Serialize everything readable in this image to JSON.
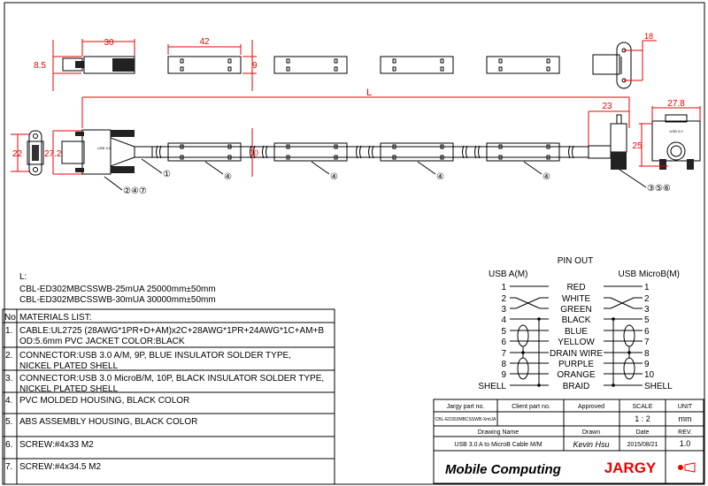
{
  "dimensions": {
    "plug_width": "30",
    "plug_height": "8.5",
    "mold_length": "42",
    "mold_height": "9",
    "micro_height": "18",
    "length": "L",
    "micro_side": "23",
    "micro_width": "27.8",
    "micro_face_height": "25",
    "face_a": "22",
    "plug_a_height": "27.2",
    "cable_od": "10"
  },
  "balloons": {
    "cable": "①",
    "mold": "④",
    "plug_a": "②④⑦",
    "plug_b": "③⑤⑥"
  },
  "length_info": {
    "label": "L:",
    "lines": [
      "CBL-ED302MBCSSWB-25mUA  25000mm±50mm",
      "CBL-ED302MBCSSWB-30mUA  30000mm±50mm"
    ]
  },
  "materials": {
    "no_header": "No",
    "header": "MATERIALS LIST:",
    "items": [
      {
        "no": "1.",
        "l1": "CABLE:UL2725 (28AWG*1PR+D+AM)x2C+28AWG*1PR+24AWG*1C+AM+B",
        "l2": "OD:5.6mm  PVC JACKET COLOR:BLACK"
      },
      {
        "no": "2.",
        "l1": "CONNECTOR:USB 3.0 A/M, 9P, BLUE INSULATOR SOLDER TYPE,",
        "l2": "NICKEL PLATED SHELL"
      },
      {
        "no": "3.",
        "l1": "CONNECTOR:USB 3.0 MicroB/M, 10P, BLACK INSULATOR SOLDER TYPE,",
        "l2": "NICKEL PLATED SHELL"
      },
      {
        "no": "4.",
        "l1": "PVC MOLDED HOUSING, BLACK COLOR",
        "l2": ""
      },
      {
        "no": "5.",
        "l1": "ABS ASSEMBLY HOUSING, BLACK COLOR",
        "l2": ""
      },
      {
        "no": "6.",
        "l1": "SCREW:#4x33 M2",
        "l2": ""
      },
      {
        "no": "7.",
        "l1": "SCREW:#4x34.5 M2",
        "l2": ""
      }
    ]
  },
  "pinout": {
    "title": "PIN OUT",
    "left_title": "USB A(M)",
    "right_title": "USB MicroB(M)",
    "rows": [
      {
        "l": "1",
        "c": "RED",
        "r": "1"
      },
      {
        "l": "2",
        "c": "WHITE",
        "r": "2"
      },
      {
        "l": "3",
        "c": "GREEN",
        "r": "3"
      },
      {
        "l": "4",
        "c": "BLACK",
        "r": "5"
      },
      {
        "l": "5",
        "c": "BLUE",
        "r": "6"
      },
      {
        "l": "6",
        "c": "YELLOW",
        "r": "7"
      },
      {
        "l": "7",
        "c": "DRAIN WIRE",
        "r": "8"
      },
      {
        "l": "8",
        "c": "PURPLE",
        "r": "9"
      },
      {
        "l": "9",
        "c": "ORANGE",
        "r": "10"
      },
      {
        "l": "SHELL",
        "c": "BRAID",
        "r": "SHELL"
      }
    ]
  },
  "title_block": {
    "jargy_part_label": "Jargy part no.",
    "client_part_label": "Client part no.",
    "approved_label": "Approved",
    "scale_label": "SCALE",
    "unit_label": "UNIT",
    "jargy_part": "CBL-ED302MBCSSWB-XmUA",
    "scale": "1 : 2",
    "unit": "mm",
    "drawing_name_label": "Drawing Name",
    "drawn_label": "Drawn",
    "date_label": "Date",
    "rev_label": "REV.",
    "drawing_name": "USB 3.0 A to MicroB Cable M/M",
    "drawn": "Kevin Hsu",
    "date": "2015/08/21",
    "rev": "1.0",
    "logo_left": "Mobile Computing",
    "logo_right": "JARGY"
  },
  "colors": {
    "dimension": "#e00000",
    "line": "#000000"
  }
}
